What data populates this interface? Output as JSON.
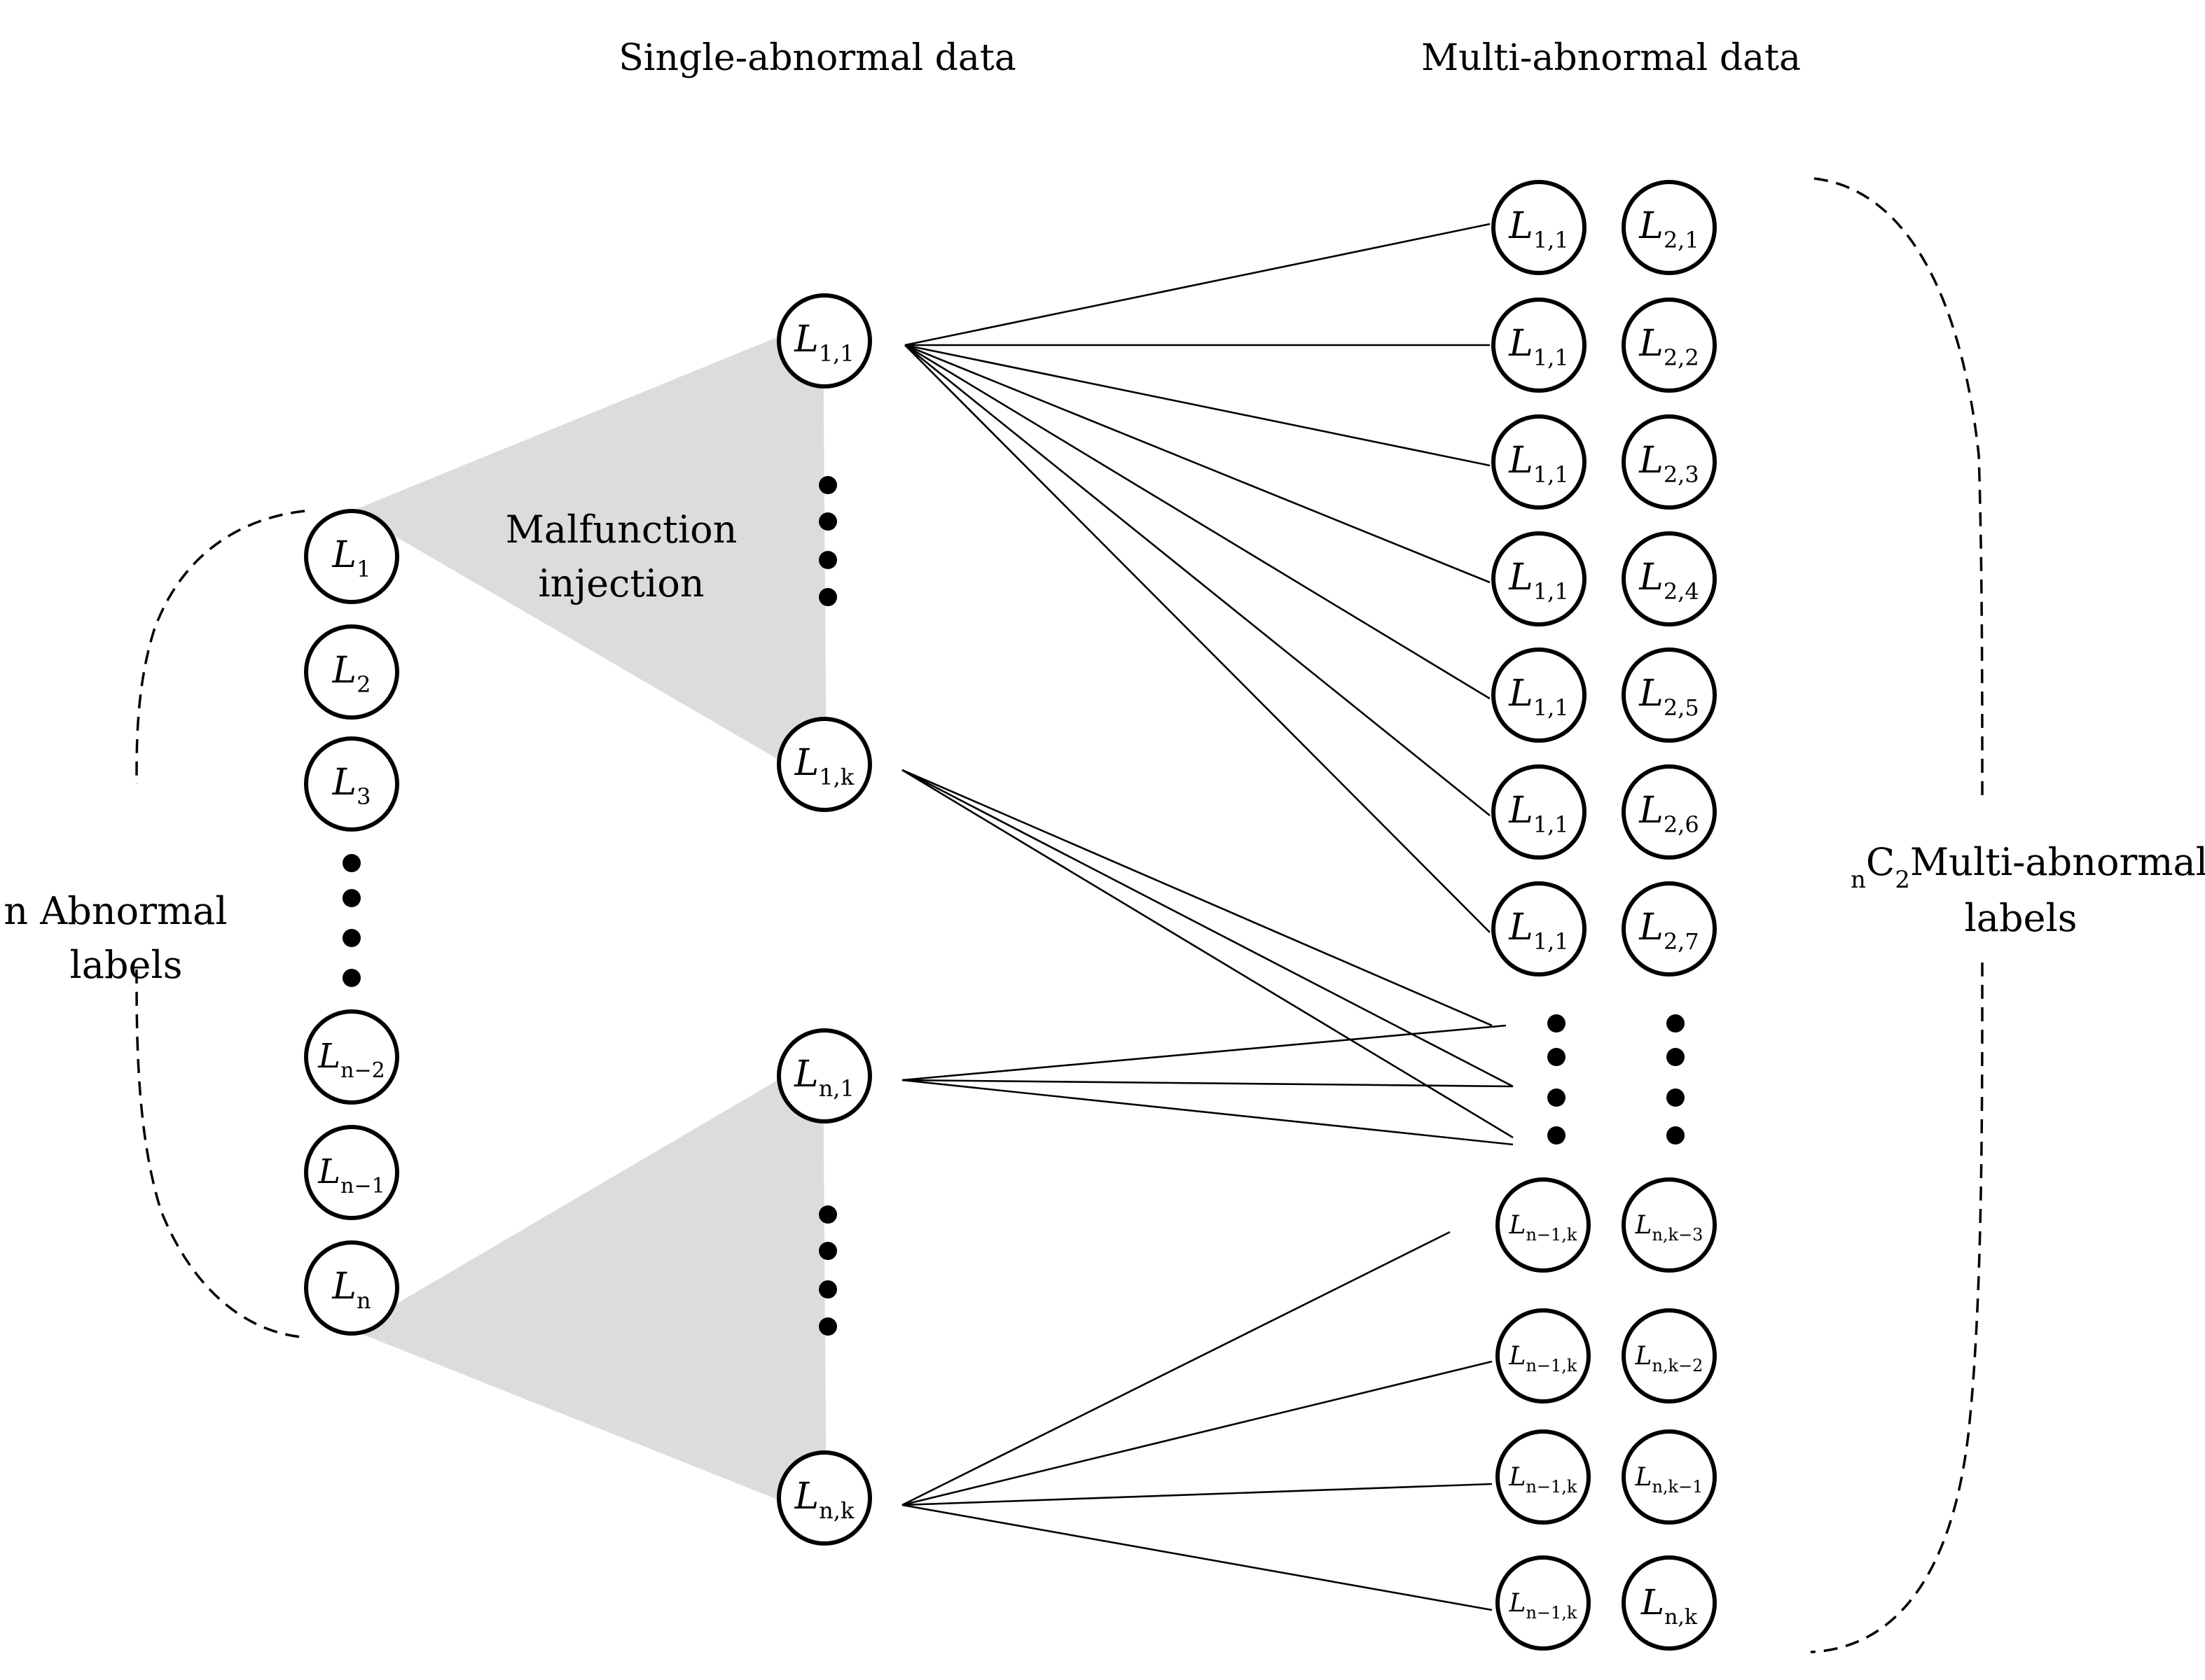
{
  "titles": {
    "single": "Single-abnormal  data",
    "multi": "Multi-abnormal  data"
  },
  "labels": {
    "malfunction_line1": "Malfunction",
    "malfunction_line2": "injection",
    "n_abnormal_line1": "n Abnormal",
    "n_abnormal_line2": "labels",
    "nc2_prefix_n": "n",
    "nc2_prefix_C": "C",
    "nc2_prefix_2": "2",
    "nc2_line1": "Multi-abnormal",
    "nc2_line2": "labels"
  },
  "nodes": {
    "l1": {
      "main": "L",
      "sub": "1"
    },
    "l2": {
      "main": "L",
      "sub": "2"
    },
    "l3": {
      "main": "L",
      "sub": "3"
    },
    "ln2": {
      "main": "L",
      "sub": "n−2"
    },
    "ln1": {
      "main": "L",
      "sub": "n−1"
    },
    "ln": {
      "main": "L",
      "sub": "n"
    },
    "l11": {
      "main": "L",
      "sub": "1,1"
    },
    "l1k": {
      "main": "L",
      "sub": "1,k"
    },
    "lnone": {
      "main": "L",
      "sub": "n,1"
    },
    "lnk": {
      "main": "L",
      "sub": "n,k"
    },
    "multi_top": [
      {
        "left": {
          "main": "L",
          "sub": "1,1"
        },
        "right": {
          "main": "L",
          "sub": "2,1"
        }
      },
      {
        "left": {
          "main": "L",
          "sub": "1,1"
        },
        "right": {
          "main": "L",
          "sub": "2,2"
        }
      },
      {
        "left": {
          "main": "L",
          "sub": "1,1"
        },
        "right": {
          "main": "L",
          "sub": "2,3"
        }
      },
      {
        "left": {
          "main": "L",
          "sub": "1,1"
        },
        "right": {
          "main": "L",
          "sub": "2,4"
        }
      },
      {
        "left": {
          "main": "L",
          "sub": "1,1"
        },
        "right": {
          "main": "L",
          "sub": "2,5"
        }
      },
      {
        "left": {
          "main": "L",
          "sub": "1,1"
        },
        "right": {
          "main": "L",
          "sub": "2,6"
        }
      },
      {
        "left": {
          "main": "L",
          "sub": "1,1"
        },
        "right": {
          "main": "L",
          "sub": "2,7"
        }
      }
    ],
    "multi_bottom": [
      {
        "left": {
          "main": "L",
          "sub": "n−1,k"
        },
        "right": {
          "main": "L",
          "sub": "n,k−3"
        }
      },
      {
        "left": {
          "main": "L",
          "sub": "n−1,k"
        },
        "right": {
          "main": "L",
          "sub": "n,k−2"
        }
      },
      {
        "left": {
          "main": "L",
          "sub": "n−1,k"
        },
        "right": {
          "main": "L",
          "sub": "n,k−1"
        }
      },
      {
        "left": {
          "main": "L",
          "sub": "n−1,k"
        },
        "right": {
          "main": "L",
          "sub": "n,k"
        }
      }
    ]
  },
  "colors": {
    "fan": "#dcdcdc",
    "stroke": "#000000"
  }
}
